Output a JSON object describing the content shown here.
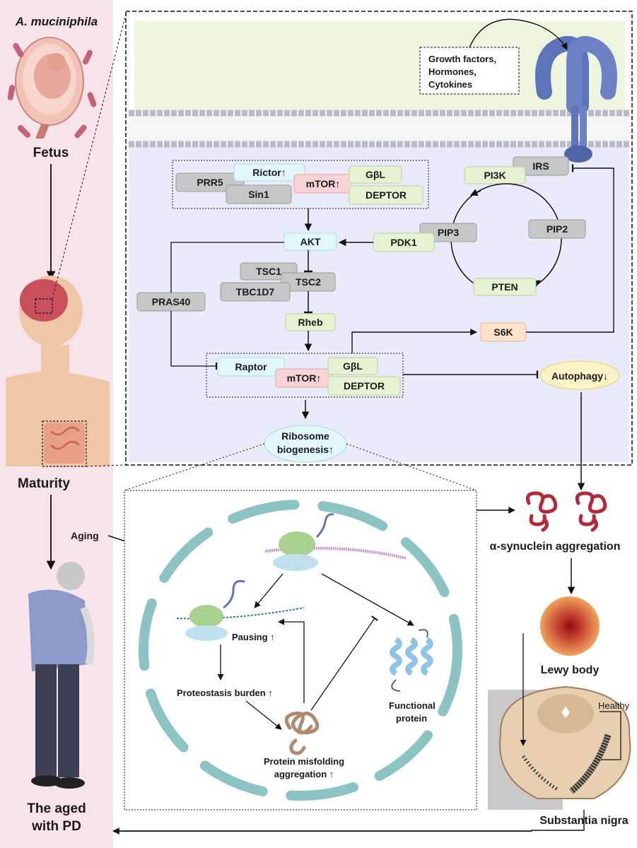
{
  "lifespan": {
    "bacterium_label": "A. muciniphila",
    "fetus": "Fetus",
    "maturity": "Maturity",
    "aged_line1": "The aged",
    "aged_line2": "with PD",
    "aging": "Aging"
  },
  "cell_signaling": {
    "ligands_line1": "Growth factors,",
    "ligands_line2": "Hormones,",
    "ligands_line3": "Cytokines",
    "receptor_adaptor": "IRS",
    "pi3k": "PI3K",
    "pip2": "PIP2",
    "pip3": "PIP3",
    "pten": "PTEN",
    "pdk1": "PDK1",
    "akt": "AKT",
    "tsc1": "TSC1",
    "tsc2": "TSC2",
    "tbc1d7": "TBC1D7",
    "rheb": "Rheb",
    "pras40": "PRAS40",
    "s6k": "S6K",
    "autophagy": "Autophagy↓",
    "ribosome_line1": "Ribosome",
    "ribosome_line2": "biogenesis↑"
  },
  "mtorc2": {
    "rictor": "Rictor↑",
    "prr5": "PRR5",
    "sin1": "Sin1",
    "mtor": "mTOR↑",
    "gbl": "GβL",
    "deptor": "DEPTOR"
  },
  "mtorc1": {
    "raptor": "Raptor",
    "mtor": "mTOR↑",
    "gbl": "GβL",
    "deptor": "DEPTOR"
  },
  "translation": {
    "pausing": "Pausing ↑",
    "proteostasis": "Proteostasis burden ↑",
    "functional_line1": "Functional",
    "functional_line2": "protein",
    "misfold_line1": "Protein misfolding",
    "misfold_line2": "aggregation ↑"
  },
  "pathology": {
    "asyn": "α-synuclein aggregation",
    "lewy": "Lewy body",
    "healthy": "Healthy",
    "substantia": "Substantia nigra"
  },
  "colors": {
    "left_band": "#f7e4ea",
    "extracellular": "#eef5df",
    "intracellular": "#e9ebfb",
    "receptor": "#5d73b8",
    "gray_box": "#c7c7c7",
    "cyan_box": "#e2f8f8",
    "green_box": "#e5f3d3",
    "pink_box": "#f8d4d6",
    "yellow_box": "#fbf3c6",
    "nucleus_teal": "#8cc4c4",
    "aggregate_red": "#b3283a"
  }
}
